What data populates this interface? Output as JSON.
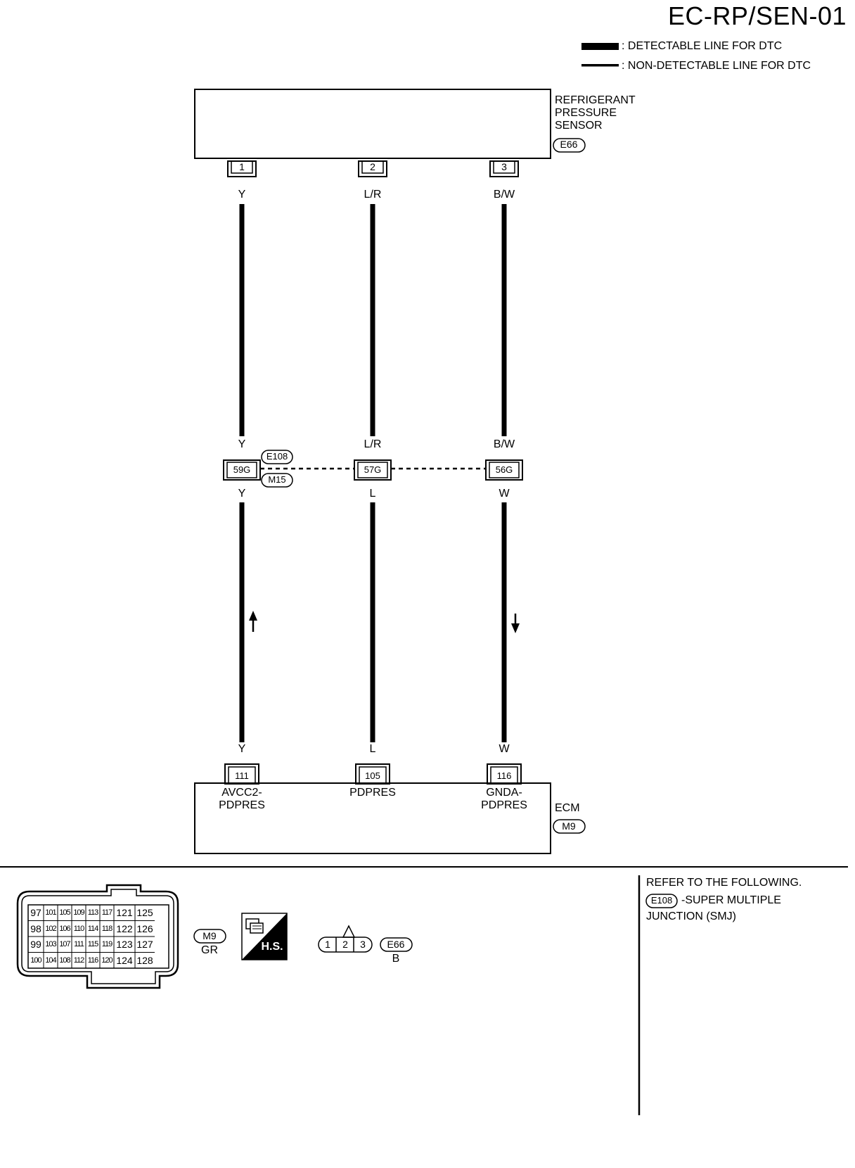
{
  "page_id": "EC-RP/SEN-01",
  "legend": {
    "detectable": ": DETECTABLE LINE FOR DTC",
    "non_detectable": ": NON-DETECTABLE LINE FOR DTC"
  },
  "sensor": {
    "name_line1": "REFRIGERANT",
    "name_line2": "PRESSURE",
    "name_line3": "SENSOR",
    "connector": "E66",
    "pins": [
      "1",
      "2",
      "3"
    ]
  },
  "wires_top": [
    "Y",
    "L/R",
    "B/W"
  ],
  "junction": {
    "top_colors": [
      "Y",
      "L/R",
      "B/W"
    ],
    "pins": [
      "59G",
      "57G",
      "56G"
    ],
    "bottom_colors": [
      "Y",
      "L",
      "W"
    ],
    "connector_top": "E108",
    "connector_bottom": "M15"
  },
  "wires_bottom": [
    "Y",
    "L",
    "W"
  ],
  "ecm": {
    "name": "ECM",
    "connector": "M9",
    "pins": [
      "111",
      "105",
      "116"
    ],
    "pin_labels": [
      {
        "line1": "AVCC2-",
        "line2": "PDPRES"
      },
      {
        "line1": "PDPRES",
        "line2": ""
      },
      {
        "line1": "GNDA-",
        "line2": "PDPRES"
      }
    ]
  },
  "connector_views": {
    "m9_grid": [
      [
        "97",
        "101",
        "105",
        "109",
        "113",
        "117",
        "121",
        "125"
      ],
      [
        "98",
        "102",
        "106",
        "110",
        "114",
        "118",
        "122",
        "126"
      ],
      [
        "99",
        "103",
        "107",
        "111",
        "115",
        "119",
        "123",
        "127"
      ],
      [
        "100",
        "104",
        "108",
        "112",
        "116",
        "120",
        "124",
        "128"
      ]
    ],
    "m9_id": "M9",
    "m9_color": "GR",
    "hs_label": "H.S.",
    "e66_pins": [
      "1",
      "2",
      "3"
    ],
    "e66_id": "E66",
    "e66_color": "B"
  },
  "notes": {
    "line1": "REFER TO THE FOLLOWING.",
    "ref_connector": "E108",
    "ref_text": "-SUPER MULTIPLE",
    "line3": "JUNCTION (SMJ)"
  }
}
